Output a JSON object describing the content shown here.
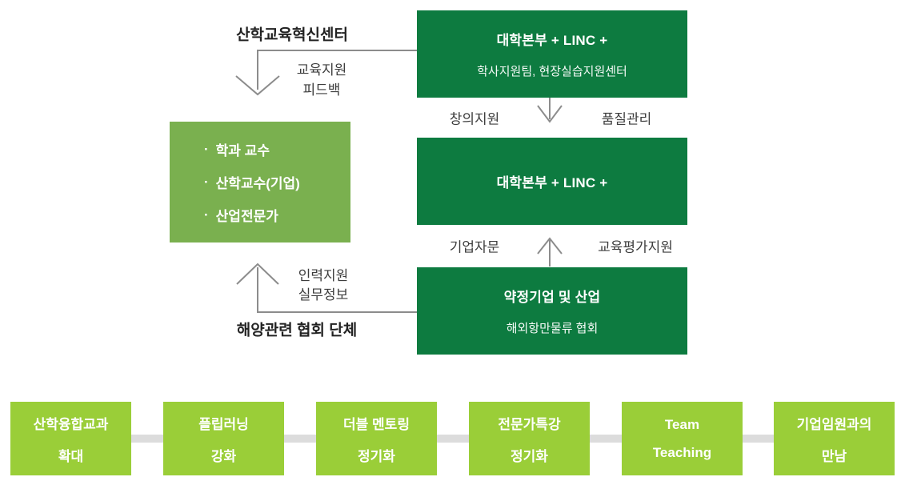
{
  "colors": {
    "dark_green": "#0d7b40",
    "medium_green": "#7ab04f",
    "light_green": "#9ace38",
    "arrow_gray": "#8c8c8c",
    "connector_gray": "#dcdcdc"
  },
  "flow": {
    "top_left_heading": "산학교육혁신센터",
    "feedback_label": {
      "line1": "교육지원",
      "line2": "피드백"
    },
    "university_top_box": {
      "title": "대학본부 + LINC +",
      "subtitle": "학사지원팀, 현장실습지원센터"
    },
    "down_arrow_labels": {
      "left": "창의지원",
      "right": "품질관리"
    },
    "university_mid_box": {
      "title": "대학본부 + LINC +"
    },
    "up_arrow_labels": {
      "left": "기업자문",
      "right": "교육평가지원"
    },
    "partner_box": {
      "title": "약정기업 및 산업",
      "subtitle": "해외항만물류 협회"
    },
    "faculty_box": {
      "bullet": "·",
      "items": [
        "학과 교수",
        "산학교수(기업)",
        "산업전문가"
      ]
    },
    "manpower_label": {
      "line1": "인력지원",
      "line2": "실무정보"
    },
    "bottom_left_heading": "해양관련 협회 단체"
  },
  "strategies": [
    {
      "line1": "산학융합교과",
      "line2": "확대"
    },
    {
      "line1": "플립러닝",
      "line2": "강화"
    },
    {
      "line1": "더블 멘토링",
      "line2": "정기화"
    },
    {
      "line1": "전문가특강",
      "line2": "정기화"
    },
    {
      "line1": "Team",
      "line2": "Teaching"
    },
    {
      "line1": "기업임원과의",
      "line2": "만남"
    }
  ]
}
